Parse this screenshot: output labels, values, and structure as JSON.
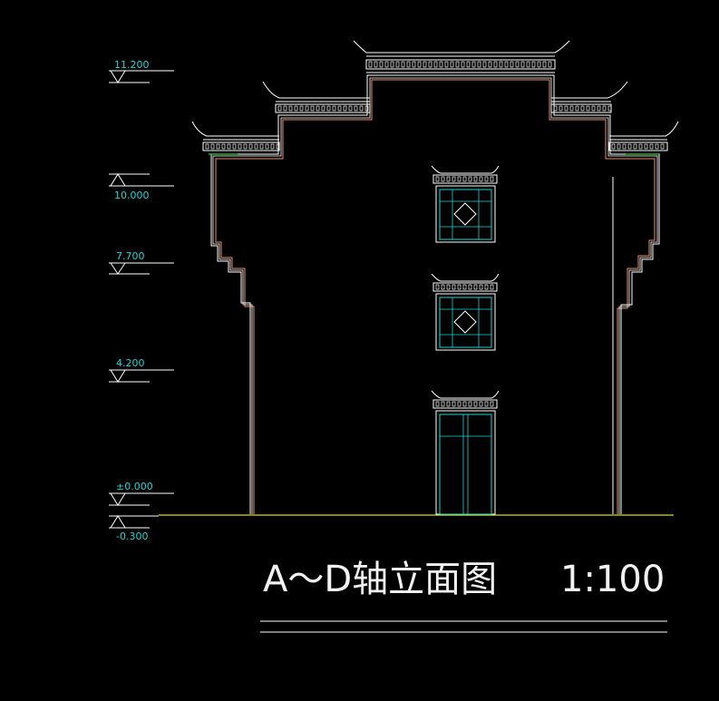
{
  "drawing": {
    "title": "A～D轴立面图",
    "scale": "1:100"
  },
  "levels": [
    {
      "label": "11.200"
    },
    {
      "label": "10.000"
    },
    {
      "label": "7.700"
    },
    {
      "label": "4.200"
    },
    {
      "label": "±0.000"
    },
    {
      "label": "-0.300"
    }
  ],
  "colors": {
    "background": "#000000",
    "wall_outline": "#ffffff",
    "wall_inner": "#e8906a",
    "glass": "#21d4d4",
    "ground": "#d8d820",
    "level_text": "#21d4d4",
    "roof_green": "#33cc33"
  }
}
